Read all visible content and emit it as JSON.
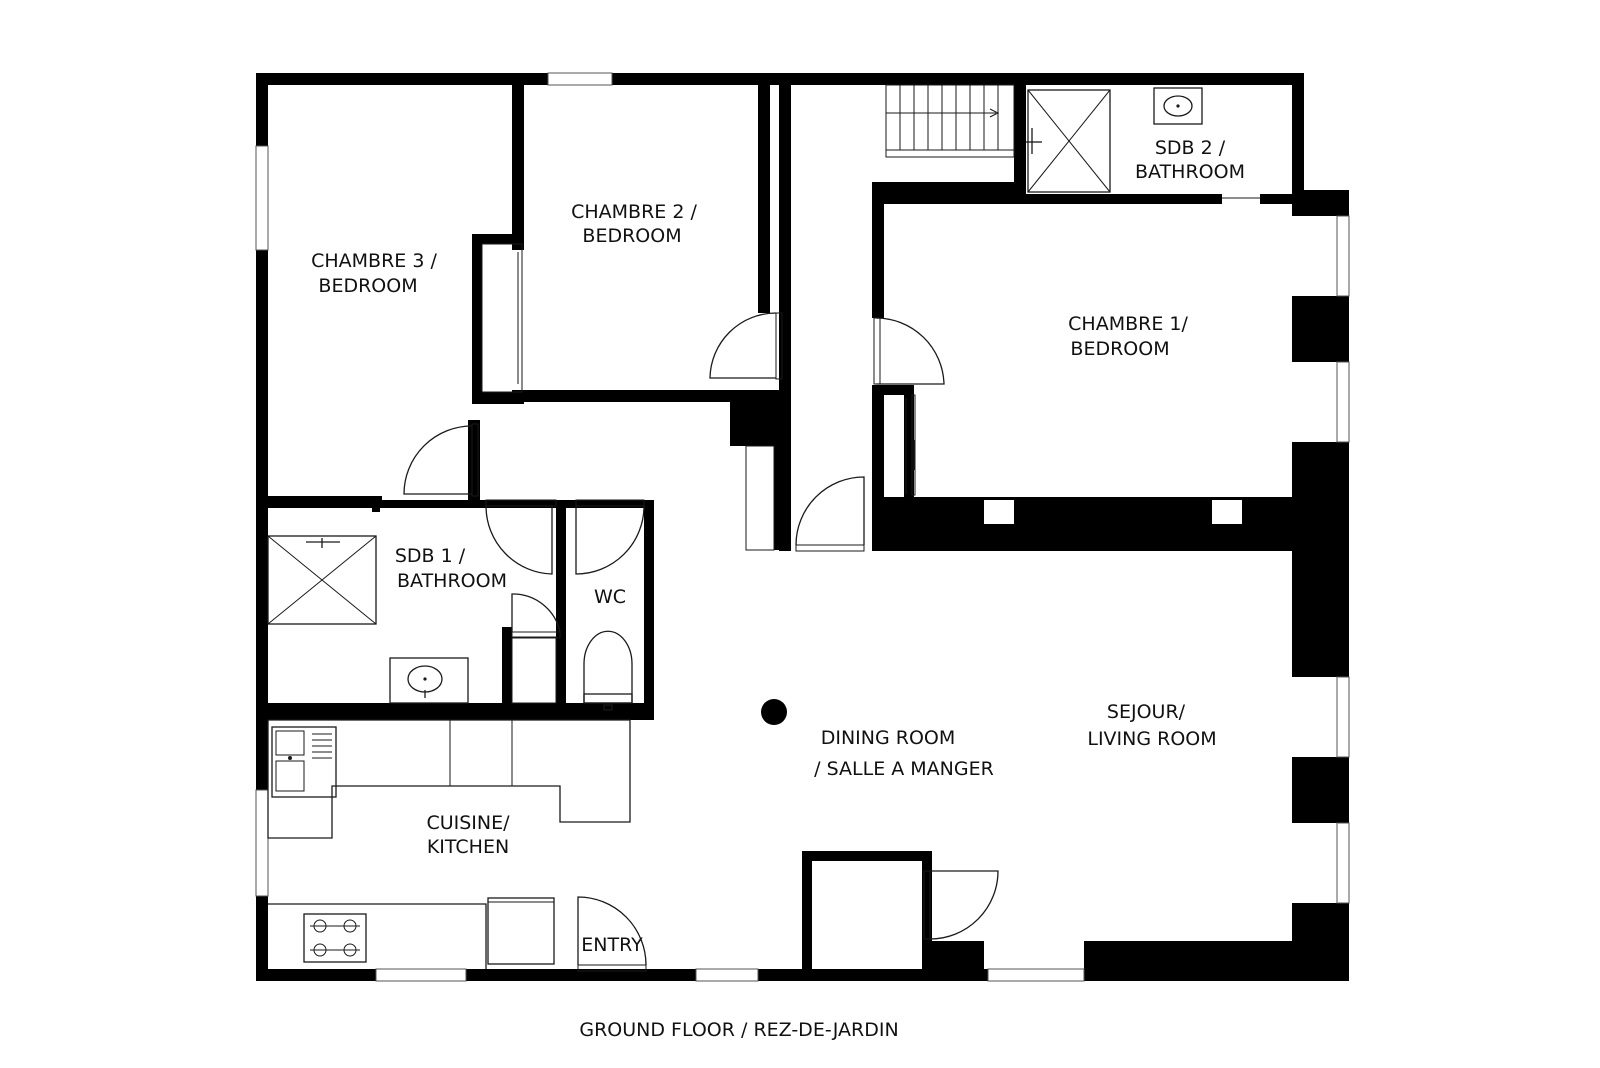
{
  "colors": {
    "wall": "#000000",
    "background": "#ffffff",
    "line": "#1a1a1a"
  },
  "rooms": {
    "chambre3": {
      "line1": "CHAMBRE 3 /",
      "line2": "BEDROOM"
    },
    "chambre2": {
      "line1": "CHAMBRE 2 /",
      "line2": "BEDROOM"
    },
    "chambre1": {
      "line1": "CHAMBRE 1/",
      "line2": "BEDROOM"
    },
    "sdb2": {
      "line1": "SDB 2 /",
      "line2": "BATHROOM"
    },
    "sdb1": {
      "line1": "SDB 1 /",
      "line2": "BATHROOM"
    },
    "wc": {
      "line1": "WC"
    },
    "dining": {
      "line1": "DINING ROOM",
      "line2": "/ SALLE A MANGER"
    },
    "sejour": {
      "line1": "SEJOUR/",
      "line2": "LIVING ROOM"
    },
    "cuisine": {
      "line1": "CUISINE/",
      "line2": "KITCHEN"
    },
    "entry": {
      "line1": "ENTRY"
    }
  },
  "caption": "GROUND FLOOR / REZ-DE-JARDIN"
}
